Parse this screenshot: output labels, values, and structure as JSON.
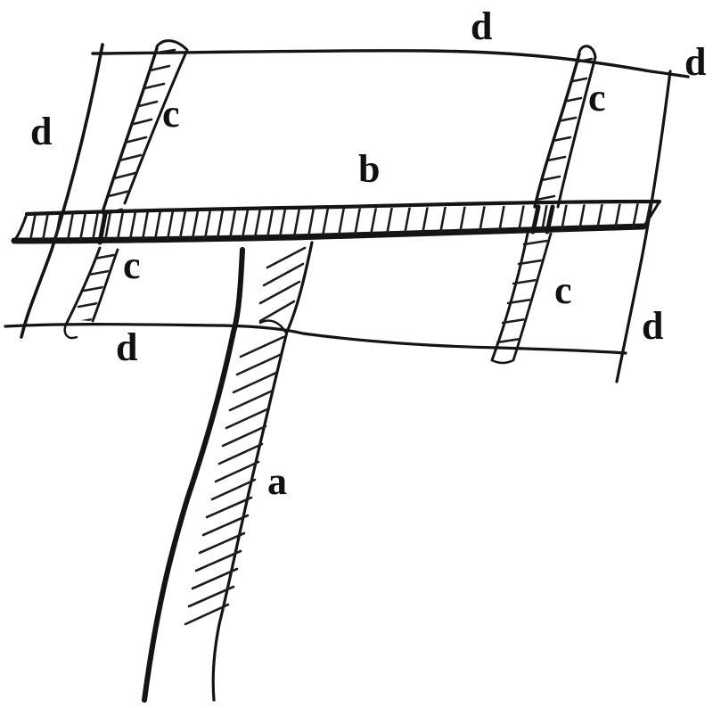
{
  "labels": {
    "a": "a",
    "b": "b",
    "c": "c",
    "d": "d"
  },
  "ink_color": "#141414",
  "background_color": "#ffffff"
}
